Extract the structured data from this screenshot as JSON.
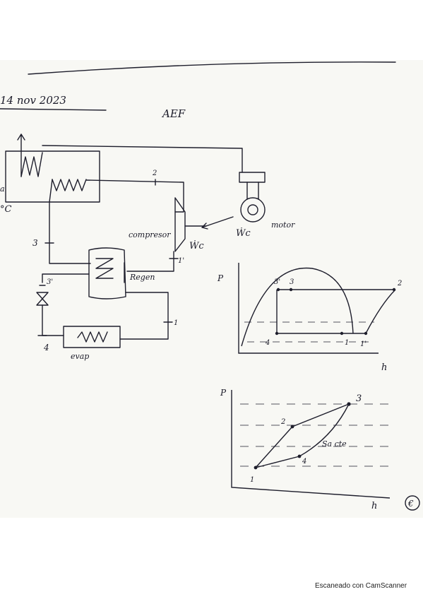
{
  "header": {
    "date": "14 nov 2023",
    "title": "AEF"
  },
  "schematic": {
    "labels": {
      "left_cut": "a",
      "left_temp": "°C",
      "compressor": "compresor",
      "work_compressor": "Ẇc",
      "work_motor": "Ẇc",
      "motor": "motor",
      "regen": "Regen",
      "evap": "evap"
    },
    "state_points": [
      "2",
      "3",
      "1'",
      "3'",
      "1",
      "4"
    ]
  },
  "ph_cycle_diagram": {
    "y_axis": "P",
    "x_axis": "h",
    "points": [
      "3'",
      "3",
      "2",
      "4",
      "1",
      "1'"
    ]
  },
  "ph_scheme_diagram": {
    "y_axis": "P",
    "x_axis": "h",
    "points": [
      "3",
      "2",
      "4",
      "1"
    ],
    "note": "Sa cte"
  },
  "page_mark": "€",
  "footer": {
    "scanner": "Escaneado con CamScanner"
  }
}
